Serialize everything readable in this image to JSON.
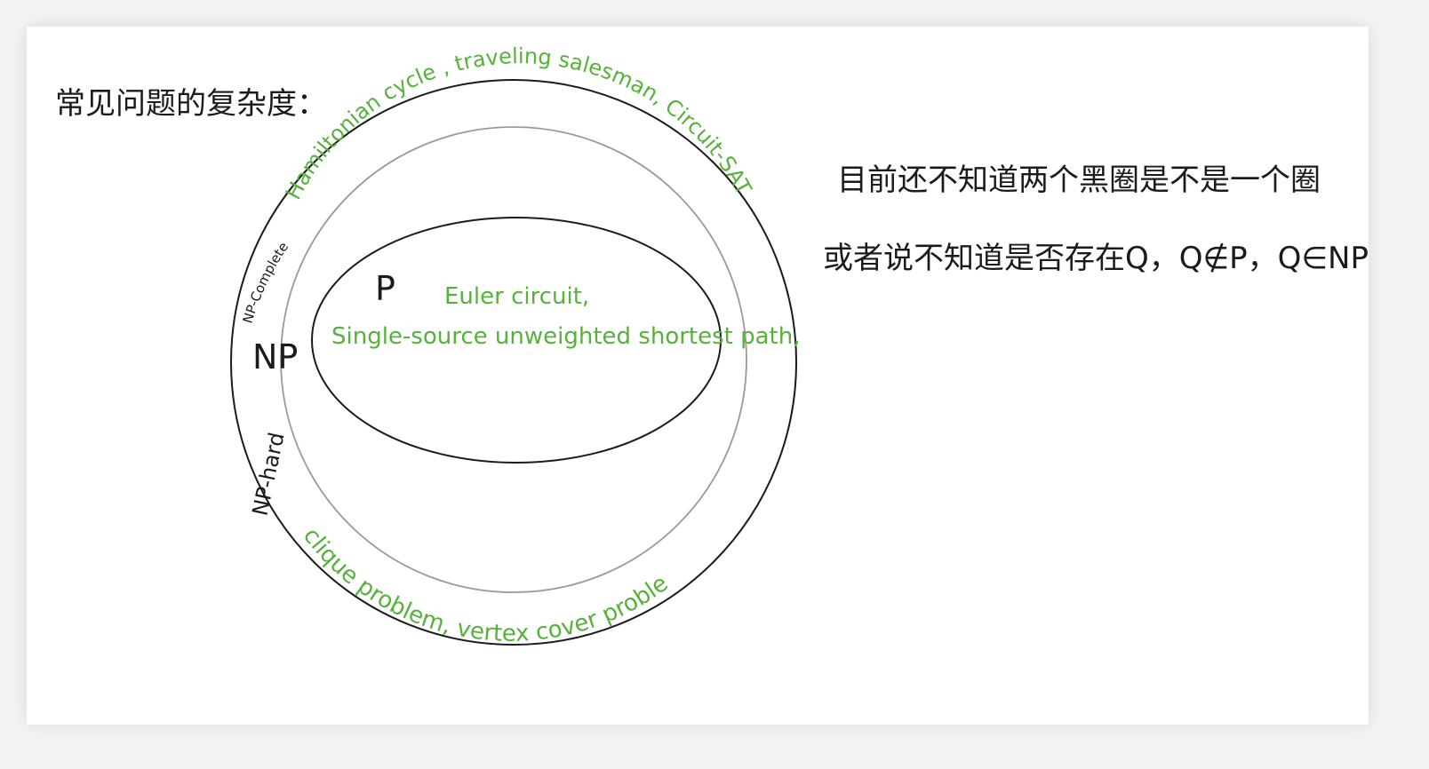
{
  "heading": "常见问题的复杂度：",
  "note_line1": "目前还不知道两个黑圈是不是一个圈",
  "note_line2": "或者说不知道是否存在Q，Q∉P，Q∈NP",
  "sets": {
    "p": "P",
    "np": "NP",
    "np_complete": "NP-Complete",
    "np_hard": "NP-hard"
  },
  "p_examples_line1": "Euler circuit,",
  "p_examples_line2": "Single-source unweighted shortest path,",
  "npc_examples_top": "Hamiltonian cycle , traveling salesman, Circuit-SAT",
  "npc_examples_bottom": "clique problem, vertex cover problem",
  "colors": {
    "ink": "#1b1b1b",
    "green": "#56b23b",
    "gray_circle": "#9a9a9a"
  }
}
